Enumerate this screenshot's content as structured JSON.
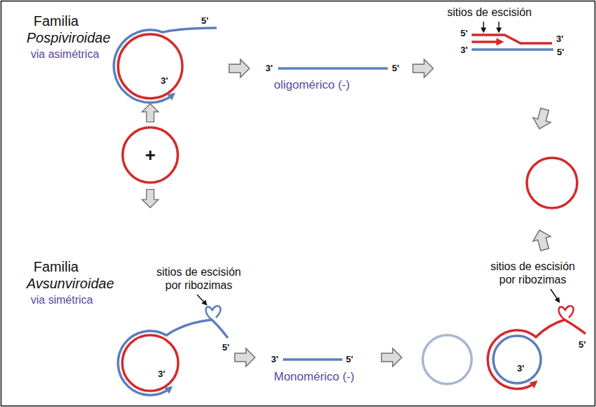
{
  "diagram": {
    "nodes": [
      {
        "text": [
          "+"
        ]
      }
    ],
    "labels": [
      "Familia",
      "Pospiviroidae",
      "via asimétrica",
      "5'",
      "3'",
      "3'",
      "oligomérico (-)",
      "5'",
      "sitios de escisión",
      "5'",
      "3'",
      "3'",
      "5'",
      "Familia",
      "Avsunviroidae",
      "via simétrica",
      "sitios de escisión por ribozimas",
      "5'",
      "3'",
      "3'",
      "5'",
      "Monomérico (-)",
      "sitios de escisión por ribozimas",
      "5'",
      "3'"
    ]
  }
}
